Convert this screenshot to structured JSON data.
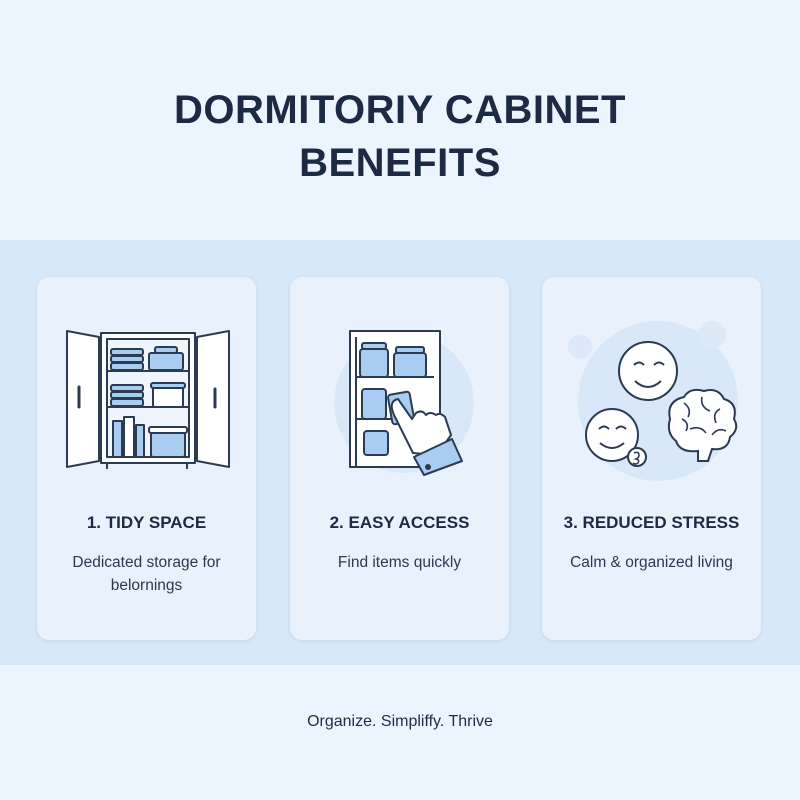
{
  "header": {
    "title_line1": "DORMITORIY CABINET",
    "title_line2": "BENEFITS"
  },
  "cards": [
    {
      "title": "1. TIDY SPACE",
      "description": "Dedicated storage for belornings",
      "icon": "cabinet-icon"
    },
    {
      "title": "2. EASY ACCESS",
      "description": "Find items quickly",
      "icon": "hand-reaching-shelf-icon"
    },
    {
      "title": "3. REDUCED STRESS",
      "description": "Calm & organized living",
      "icon": "smiley-brain-icon"
    }
  ],
  "footer": {
    "tagline": "Organize. Simpliffy. Thrive"
  },
  "colors": {
    "background": "#eaf3fc",
    "band": "#d6e8fa",
    "card": "#e9f2fc",
    "text": "#1c2b43",
    "accent_blue": "#a9cdf0",
    "outline": "#2c3a52"
  }
}
